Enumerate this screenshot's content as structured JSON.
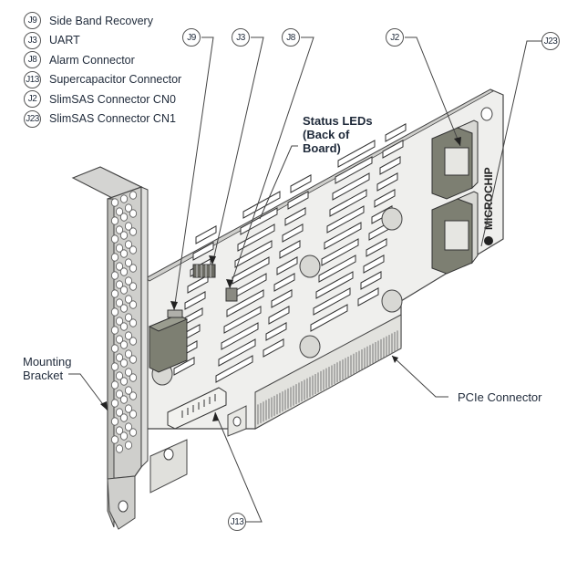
{
  "legend": [
    {
      "ref": "J9",
      "label": "Side Band Recovery"
    },
    {
      "ref": "J3",
      "label": "UART"
    },
    {
      "ref": "J8",
      "label": "Alarm Connector"
    },
    {
      "ref": "J13",
      "label": "Supercapacitor Connector"
    },
    {
      "ref": "J2",
      "label": "SlimSAS Connector CN0"
    },
    {
      "ref": "J23",
      "label": "SlimSAS Connector CN1"
    }
  ],
  "callouts": {
    "j9": "J9",
    "j3": "J3",
    "j8": "J8",
    "j2": "J2",
    "j23": "J23",
    "j13": "J13",
    "status_leds": [
      "Status LEDs",
      "(Back of",
      "Board)"
    ],
    "mounting_bracket": [
      "Mounting",
      "Bracket"
    ],
    "pcie_connector": "PCIe Connector"
  },
  "board": {
    "brand_logo_text": "MICROCHIP"
  },
  "colors": {
    "text": "#1f2a3a",
    "line": "#444444",
    "metal": "#d4d4d2",
    "board": "#eeeeec",
    "component_dark": "#7d7f72"
  }
}
